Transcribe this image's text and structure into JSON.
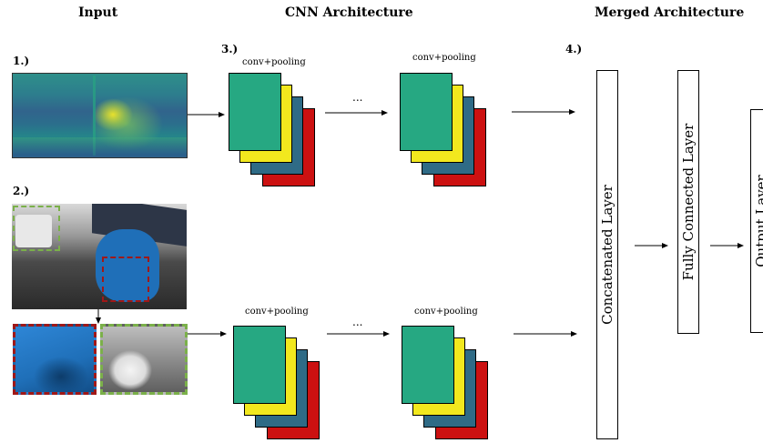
{
  "headers": {
    "input": "Input",
    "cnn": "CNN Architecture",
    "merged": "Merged Architecture"
  },
  "steps": {
    "one": "1.)",
    "two": "2.)",
    "three": "3.)",
    "four": "4.)"
  },
  "captions": {
    "conv_pooling": "conv+pooling",
    "ellipsis": "..."
  },
  "layers": {
    "concatenated": "Concatenated Layer",
    "fully_connected": "Fully Connected Layer",
    "output": "Output Layer"
  },
  "colors": {
    "green": "#26a882",
    "yellow": "#f2e81e",
    "blue": "#2f6b86",
    "red": "#cc1111",
    "crop_red": "#a01818",
    "crop_green": "#7bb04a"
  }
}
